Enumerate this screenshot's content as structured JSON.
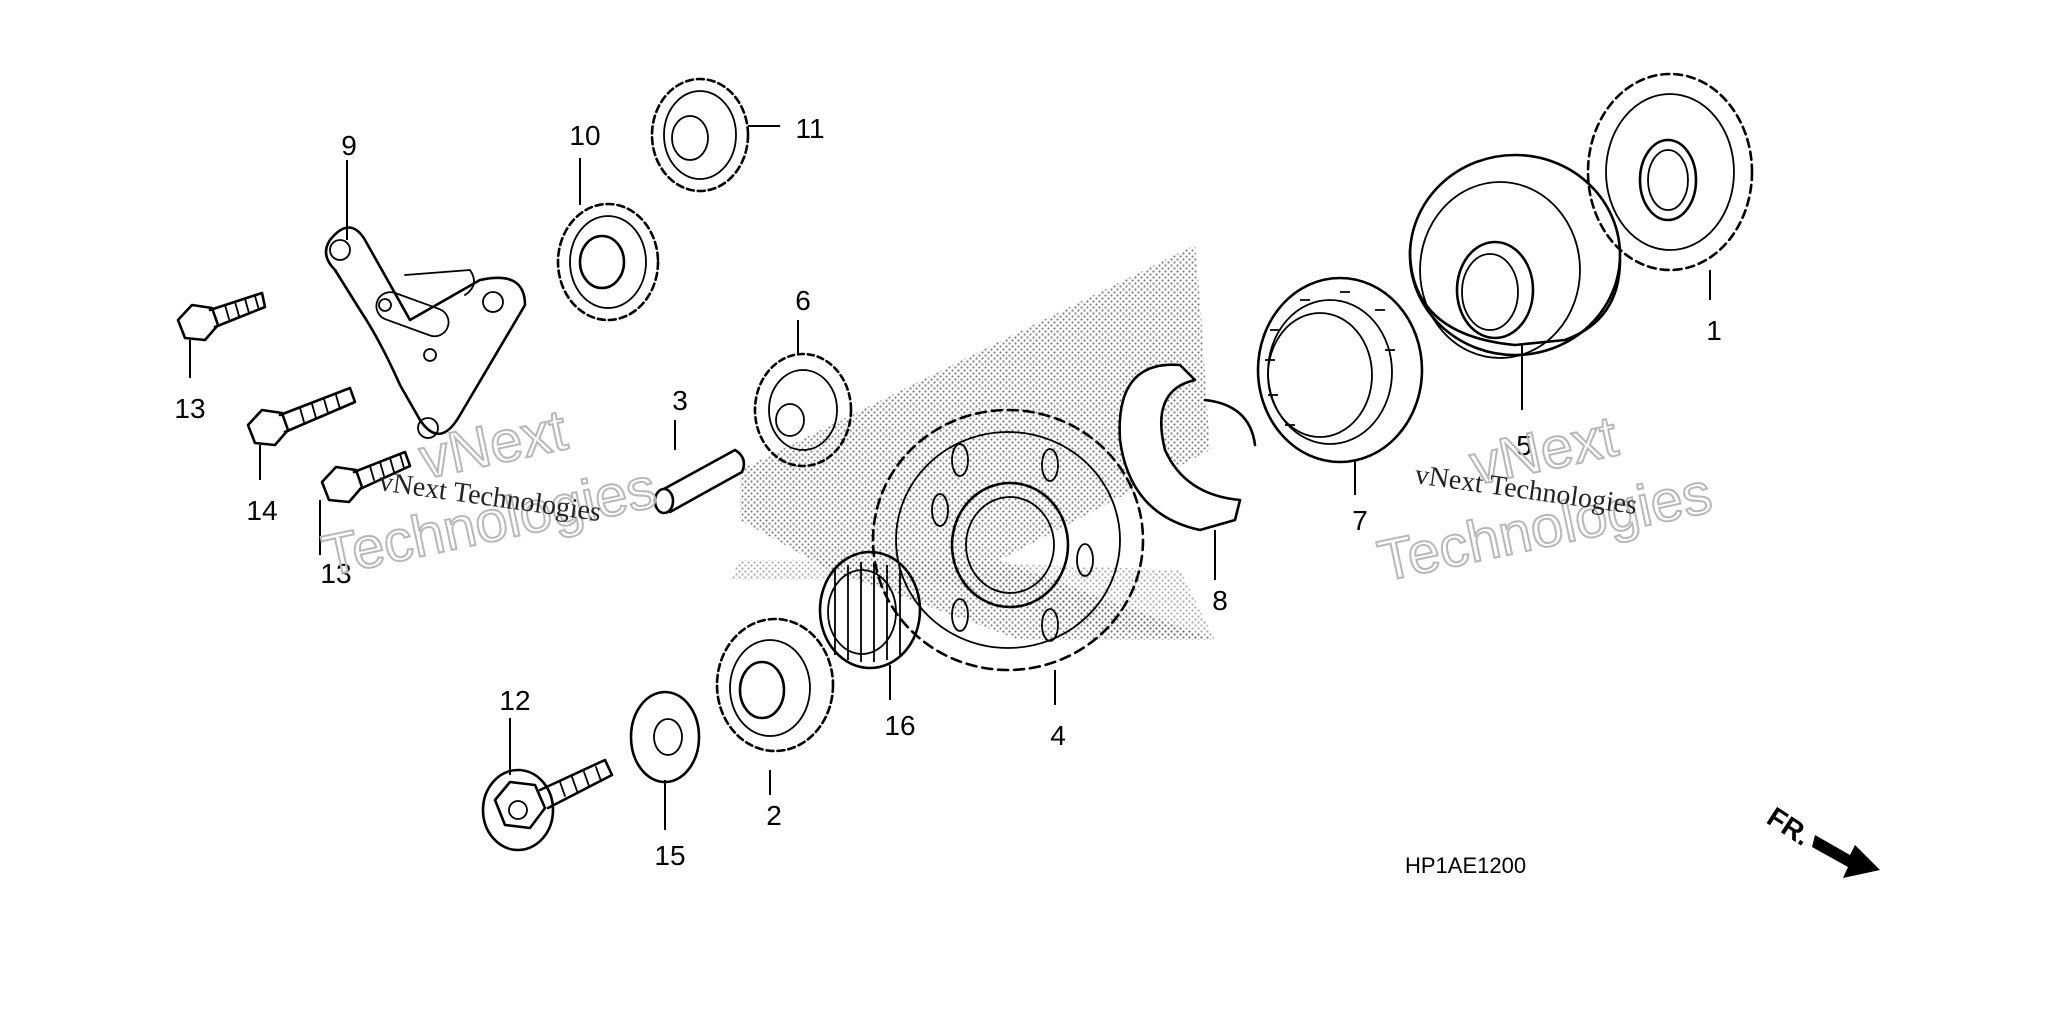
{
  "diagram": {
    "code": "HP1AE1200",
    "front_marker": "FR.",
    "watermark": {
      "line1": "vNext",
      "line2": "Technologies",
      "caption": "vNext Technologies"
    },
    "callouts": [
      {
        "id": "c1",
        "label": "1"
      },
      {
        "id": "c2",
        "label": "2"
      },
      {
        "id": "c3",
        "label": "3"
      },
      {
        "id": "c4",
        "label": "4"
      },
      {
        "id": "c5",
        "label": "5"
      },
      {
        "id": "c6",
        "label": "6"
      },
      {
        "id": "c7",
        "label": "7"
      },
      {
        "id": "c8",
        "label": "8"
      },
      {
        "id": "c9",
        "label": "9"
      },
      {
        "id": "c10",
        "label": "10"
      },
      {
        "id": "c11",
        "label": "11"
      },
      {
        "id": "c12",
        "label": "12"
      },
      {
        "id": "c13a",
        "label": "13"
      },
      {
        "id": "c13b",
        "label": "13"
      },
      {
        "id": "c14",
        "label": "14"
      },
      {
        "id": "c15",
        "label": "15"
      },
      {
        "id": "c16",
        "label": "16"
      }
    ]
  }
}
